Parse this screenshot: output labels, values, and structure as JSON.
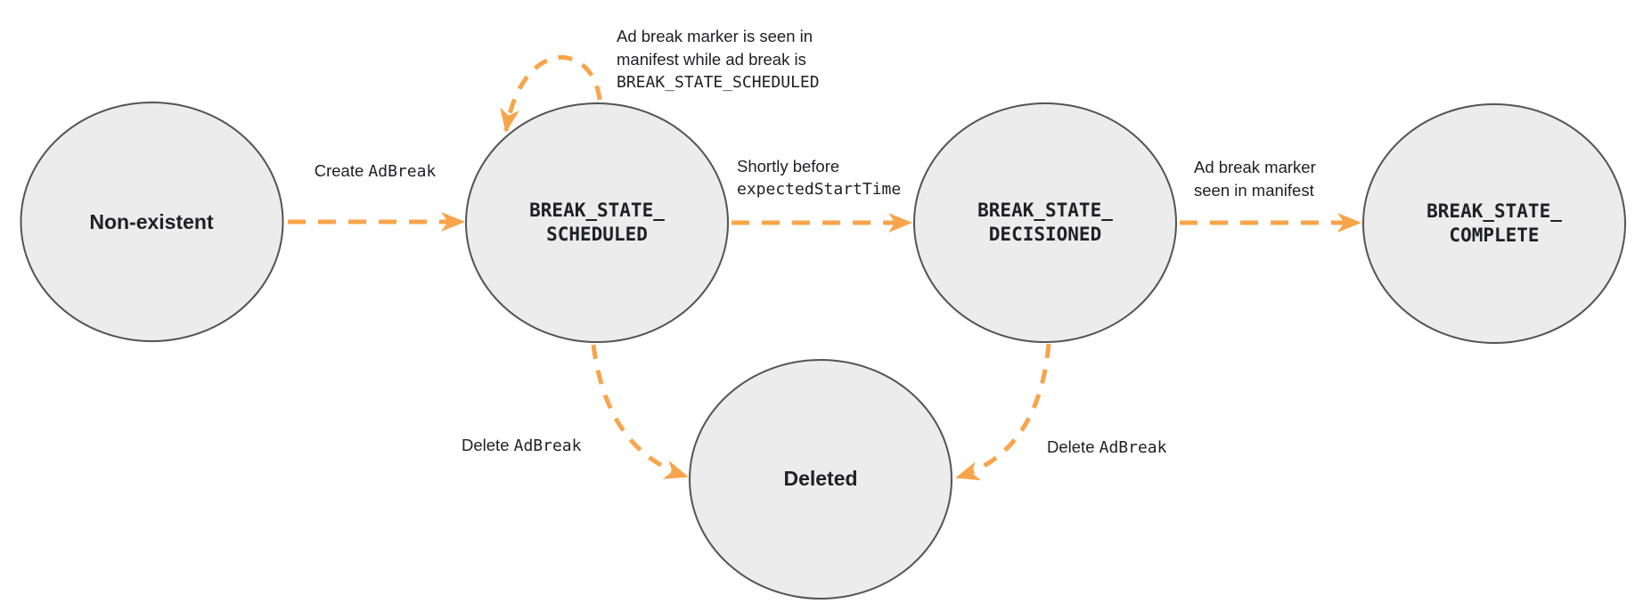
{
  "colors": {
    "arrow": "#F8A44B",
    "node_fill": "#ECECEC",
    "node_border": "#545456",
    "text": "#202124"
  },
  "nodes": {
    "non_existent": {
      "label": "Non-existent"
    },
    "scheduled": {
      "line1": "BREAK_STATE_",
      "line2": "SCHEDULED"
    },
    "decisioned": {
      "line1": "BREAK_STATE_",
      "line2": "DECISIONED"
    },
    "complete": {
      "line1": "BREAK_STATE_",
      "line2": "COMPLETE"
    },
    "deleted": {
      "label": "Deleted"
    }
  },
  "edges": {
    "create": {
      "text": "Create ",
      "code": "AdBreak"
    },
    "marker_seen_loop": {
      "line1": "Ad break marker is seen in",
      "line2": "manifest while ad break is",
      "line3_code": "BREAK_STATE_SCHEDULED"
    },
    "shortly_before": {
      "line1": "Shortly before",
      "line2_code": "expectedStartTime"
    },
    "marker_seen": {
      "line1": "Ad break marker",
      "line2": "seen in manifest"
    },
    "delete_from_scheduled": {
      "text": "Delete ",
      "code": "AdBreak"
    },
    "delete_from_decisioned": {
      "text": "Delete ",
      "code": "AdBreak"
    }
  }
}
